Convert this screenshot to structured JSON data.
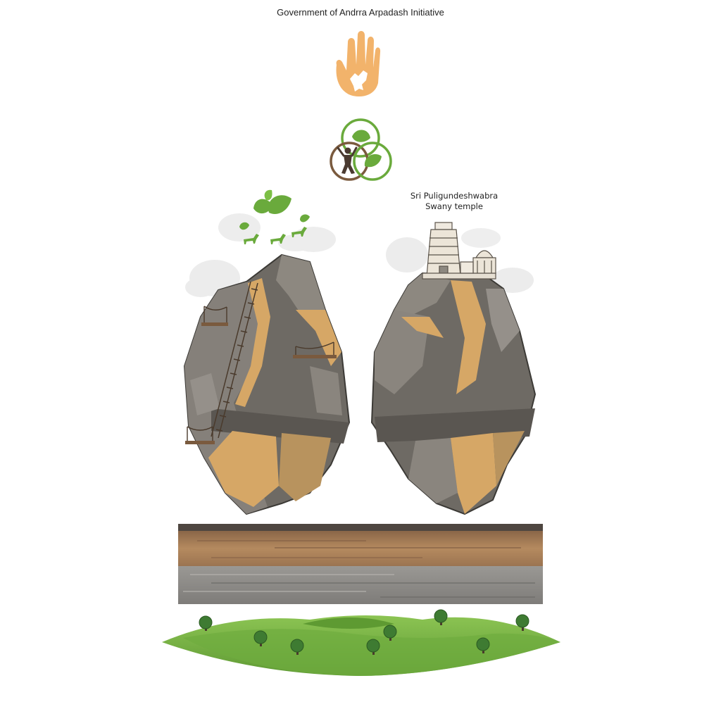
{
  "header": {
    "title": "Government of Andrra Arpadash Initiative"
  },
  "temple": {
    "label_line1": "Sri Puligundeshwabra",
    "label_line2": "Swany temple"
  },
  "icons": {
    "top": "hand-icon",
    "emblem": "eco-tourism-emblem-icon",
    "climber": "climber-icon",
    "leaf": "leaf-icon",
    "deer": "deer-icon",
    "tree": "tree-icon",
    "temple": "temple-icon"
  },
  "colors": {
    "hand": "#f2b36b",
    "leaf_green": "#6aaa3c",
    "emblem_brown": "#7a5a3e",
    "rock_grey": "#6e6a64",
    "rock_tan": "#d6a766",
    "ground_green": "#79b646",
    "soil_brown": "#a47c55",
    "bedrock_grey": "#8d8b88"
  }
}
